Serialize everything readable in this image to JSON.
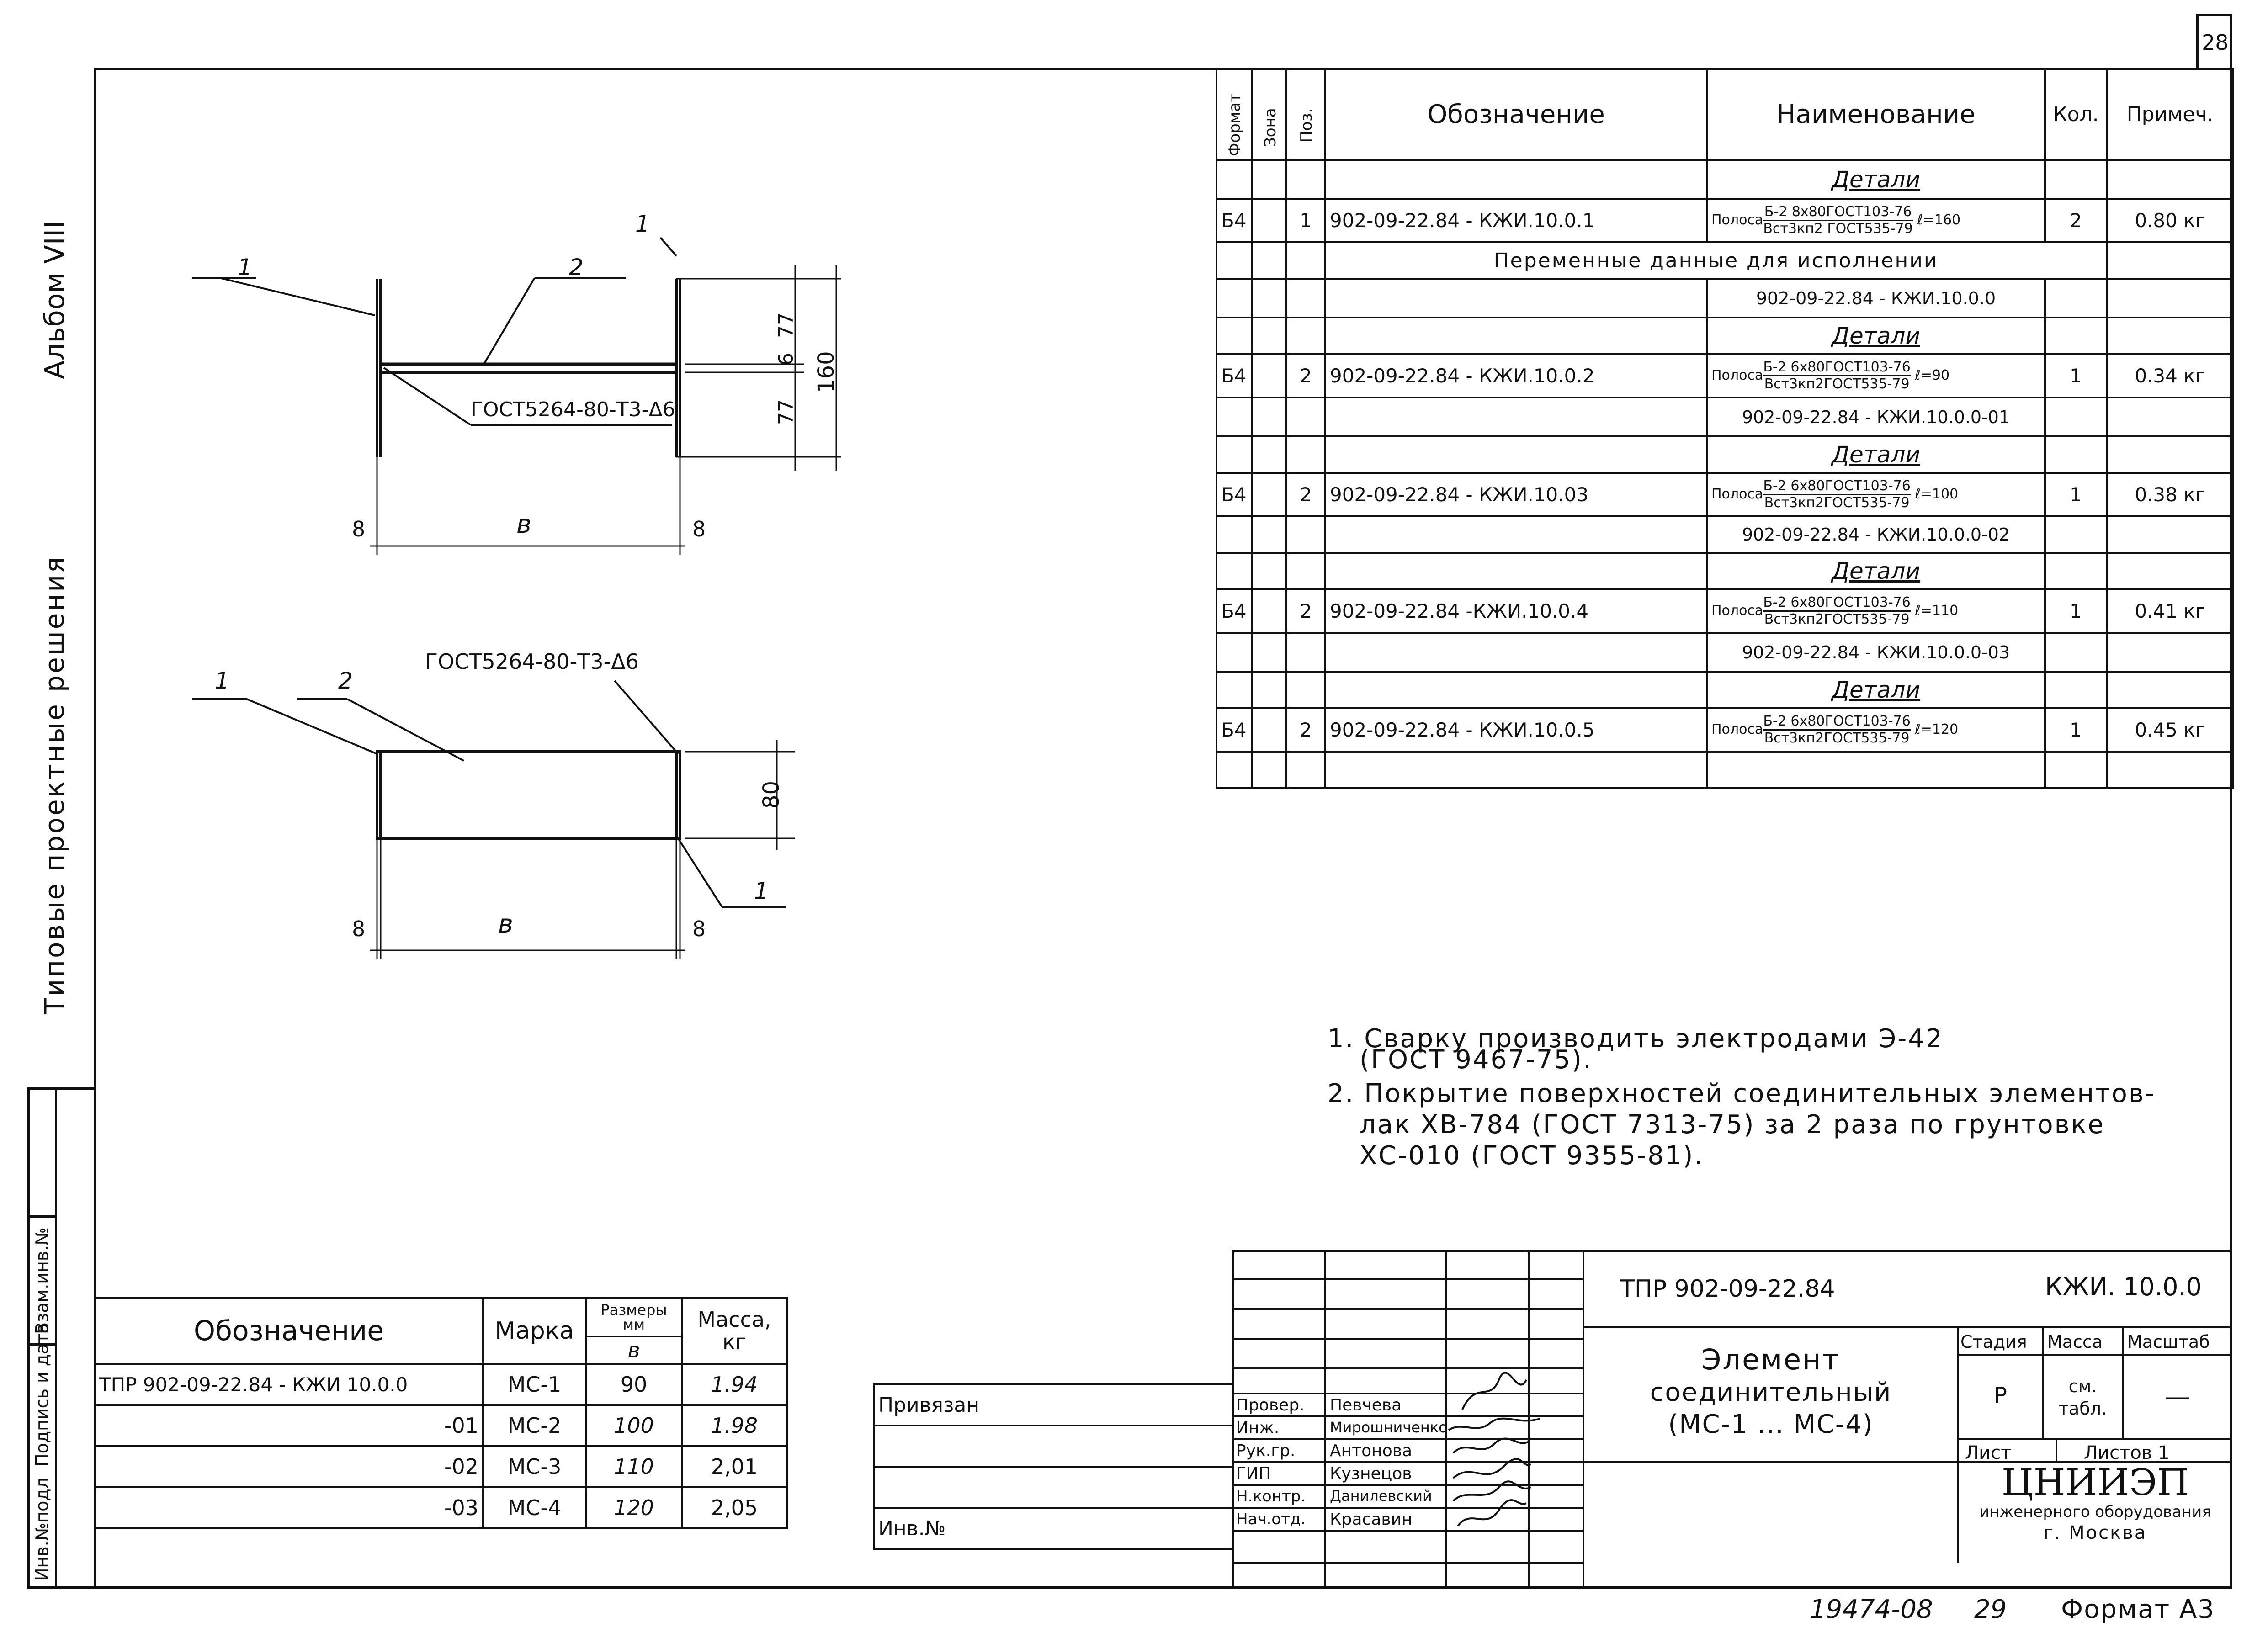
{
  "sheet_number": "28",
  "album_label": "Альбом VIII",
  "series_label": "Типовые проектные решения",
  "left_strip": [
    "Инв.№подл",
    "Подпись и дата",
    "Взам.инв.№"
  ],
  "drawing": {
    "top": {
      "callout_1a": "1",
      "callout_2": "2",
      "callout_1b": "1",
      "weld": "ГОСТ5264-80-Т3-Δ6",
      "width": "в",
      "gap_l": "8",
      "gap_r": "8",
      "d_77a": "77",
      "d_6": "6",
      "d_77b": "77",
      "d_160": "160"
    },
    "bottom": {
      "callout_1a": "1",
      "callout_2": "2",
      "weld": "ГОСТ5264-80-Т3-Δ6",
      "callout_1b": "1",
      "width": "в",
      "gap_l": "8",
      "gap_r": "8",
      "d_80": "80"
    }
  },
  "spec": {
    "headers": {
      "format": "Формат",
      "zone": "Зона",
      "pos": "Поз.",
      "designation": "Обозначение",
      "name": "Наименование",
      "qty": "Кол.",
      "note": "Примеч."
    },
    "details_label": "Детали",
    "variable_data_label": "Переменные данные для исполнении",
    "items": [
      {
        "format": "Б4",
        "pos": "1",
        "designation": "902-09-22.84 - КЖИ.10.0.1",
        "name_prefix": "Полоса",
        "name_top": "Б-2 8х80ГОСТ103-76",
        "name_bottom": "Вст3кп2 ГОСТ535-79",
        "length": "ℓ=160",
        "qty": "2",
        "note": "0.80 кг"
      },
      {
        "format": "Б4",
        "pos": "2",
        "designation": "902-09-22.84 - КЖИ.10.0.2",
        "name_prefix": "Полоса",
        "name_top": "Б-2 6х80ГОСТ103-76",
        "name_bottom": "Вст3кп2ГОСТ535-79",
        "length": "ℓ=90",
        "qty": "1",
        "note": "0.34 кг"
      },
      {
        "format": "Б4",
        "pos": "2",
        "designation": "902-09-22.84 - КЖИ.10.03",
        "name_prefix": "Полоса",
        "name_top": "Б-2 6х80ГОСТ103-76",
        "name_bottom": "Вст3кп2ГОСТ535-79",
        "length": "ℓ=100",
        "qty": "1",
        "note": "0.38 кг"
      },
      {
        "format": "Б4",
        "pos": "2",
        "designation": "902-09-22.84 -КЖИ.10.0.4",
        "name_prefix": "Полоса",
        "name_top": "Б-2 6х80ГОСТ103-76",
        "name_bottom": "Вст3кп2ГОСТ535-79",
        "length": "ℓ=110",
        "qty": "1",
        "note": "0.41 кг"
      },
      {
        "format": "Б4",
        "pos": "2",
        "designation": "902-09-22.84 - КЖИ.10.0.5",
        "name_prefix": "Полоса",
        "name_top": "Б-2 6х80ГОСТ103-76",
        "name_bottom": "Вст3кп2ГОСТ535-79",
        "length": "ℓ=120",
        "qty": "1",
        "note": "0.45 кг"
      }
    ],
    "variant_refs": [
      "902-09-22.84 - КЖИ.10.0.0",
      "902-09-22.84 - КЖИ.10.0.0-01",
      "902-09-22.84 - КЖИ.10.0.0-02",
      "902-09-22.84 - КЖИ.10.0.0-03"
    ]
  },
  "notes": [
    "1. Сварку производить электродами Э-42",
    "(ГОСТ 9467-75).",
    "2. Покрытие поверхностей соединительных элементов-",
    "лак ХВ-784 (ГОСТ 7313-75) за 2 раза по грунтовке",
    "ХС-010 (ГОСТ 9355-81)."
  ],
  "marks_table": {
    "headers": {
      "designation": "Обозначение",
      "mark": "Марка",
      "dims": "Размеры мм",
      "dim_b": "в",
      "mass": "Масса, кг"
    },
    "rows": [
      {
        "designation": "ТПР 902-09-22.84 - КЖИ 10.0.0",
        "mark": "МС-1",
        "b": "90",
        "mass": "1.94"
      },
      {
        "designation": "-01",
        "mark": "МС-2",
        "b": "100",
        "mass": "1.98"
      },
      {
        "designation": "-02",
        "mark": "МС-3",
        "b": "110",
        "mass": "2,01"
      },
      {
        "designation": "-03",
        "mark": "МС-4",
        "b": "120",
        "mass": "2,05"
      }
    ]
  },
  "binding": {
    "privyazan": "Привязан",
    "inv": "Инв.№"
  },
  "title_block": {
    "project": "ТПР 902-09-22.84",
    "doc_code": "КЖИ. 10.0.0",
    "title": [
      "Элемент",
      "соединительный",
      "(МС-1 ... МС-4)"
    ],
    "signatures": [
      {
        "role": "Провер.",
        "name": "Певчева"
      },
      {
        "role": "Инж.",
        "name": "Мирошниченко"
      },
      {
        "role": "Рук.гр.",
        "name": "Антонова"
      },
      {
        "role": "ГИП",
        "name": "Кузнецов"
      },
      {
        "role": "Н.контр.",
        "name": "Данилевский"
      },
      {
        "role": "Нач.отд.",
        "name": "Красавин"
      }
    ],
    "stage_h": "Стадия",
    "mass_h": "Масса",
    "scale_h": "Масштаб",
    "stage": "Р",
    "mass": "см. табл.",
    "scale": "—",
    "sheet": "Лист",
    "sheets": "Листов 1",
    "org_name": "ЦНИИЭП",
    "org_sub": "инженерного оборудования",
    "org_city": "г. Москва"
  },
  "footer": {
    "archive_no": "19474-08",
    "page": "29",
    "format": "Формат А3"
  }
}
